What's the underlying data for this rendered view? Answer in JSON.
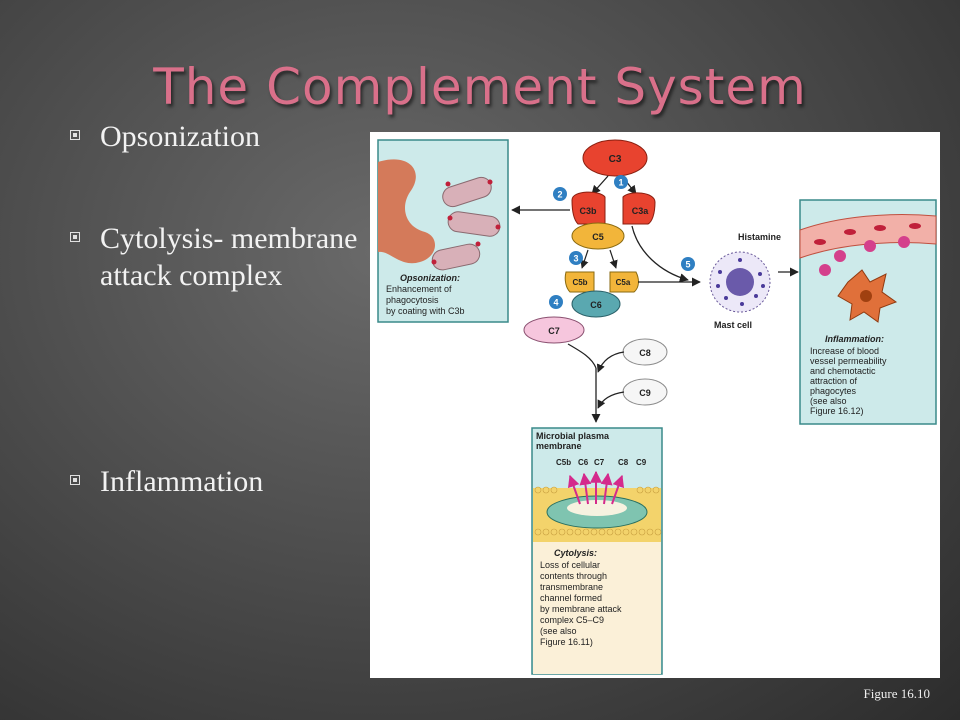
{
  "slide": {
    "title": "The Complement System",
    "bullets": [
      {
        "text": "Opsonization"
      },
      {
        "text": "Cytolysis- membrane attack complex"
      },
      {
        "text": "Inflammation"
      }
    ],
    "figure_caption": "Figure 16.10"
  },
  "figure": {
    "proteins": {
      "c3": "C3",
      "c3b": "C3b",
      "c3a": "C3a",
      "c5": "C5",
      "c5b": "C5b",
      "c5a": "C5a",
      "c6": "C6",
      "c7": "C7",
      "c8": "C8",
      "c9": "C9"
    },
    "steps": [
      "1",
      "2",
      "3",
      "4",
      "5"
    ],
    "mast_cell_label": "Mast cell",
    "histamine_label": "Histamine",
    "opsonization_box": {
      "heading": "Opsonization:",
      "lines": [
        "Enhancement of",
        "phagocytosis",
        "by coating with C3b"
      ]
    },
    "inflammation_box": {
      "heading": "Inflammation:",
      "lines": [
        "Increase of blood",
        "vessel permeability",
        "and chemotactic",
        "attraction of",
        "phagocytes",
        "(see also",
        "Figure 16.12)"
      ]
    },
    "cytolysis_box": {
      "membrane_label_lines": [
        "Microbial plasma",
        "membrane"
      ],
      "channel_labels": [
        "C5b",
        "C6",
        "C7",
        "C8",
        "C9"
      ],
      "heading": "Cytolysis:",
      "lines": [
        "Loss of cellular",
        "contents through",
        "transmembrane",
        "channel formed",
        "by membrane attack",
        "complex C5–C9",
        "(see also",
        "Figure 16.11)"
      ]
    },
    "colors": {
      "box_fill": "#cdeaea",
      "box_border": "#3a8a8a",
      "c3_red": "#e8432f",
      "c5_gold": "#f2b53a",
      "c6_teal": "#5aa8b0",
      "c7_pink": "#f6c6dd",
      "step_blue": "#2f7fc2",
      "membrane_yellow": "#f3d36b"
    }
  }
}
